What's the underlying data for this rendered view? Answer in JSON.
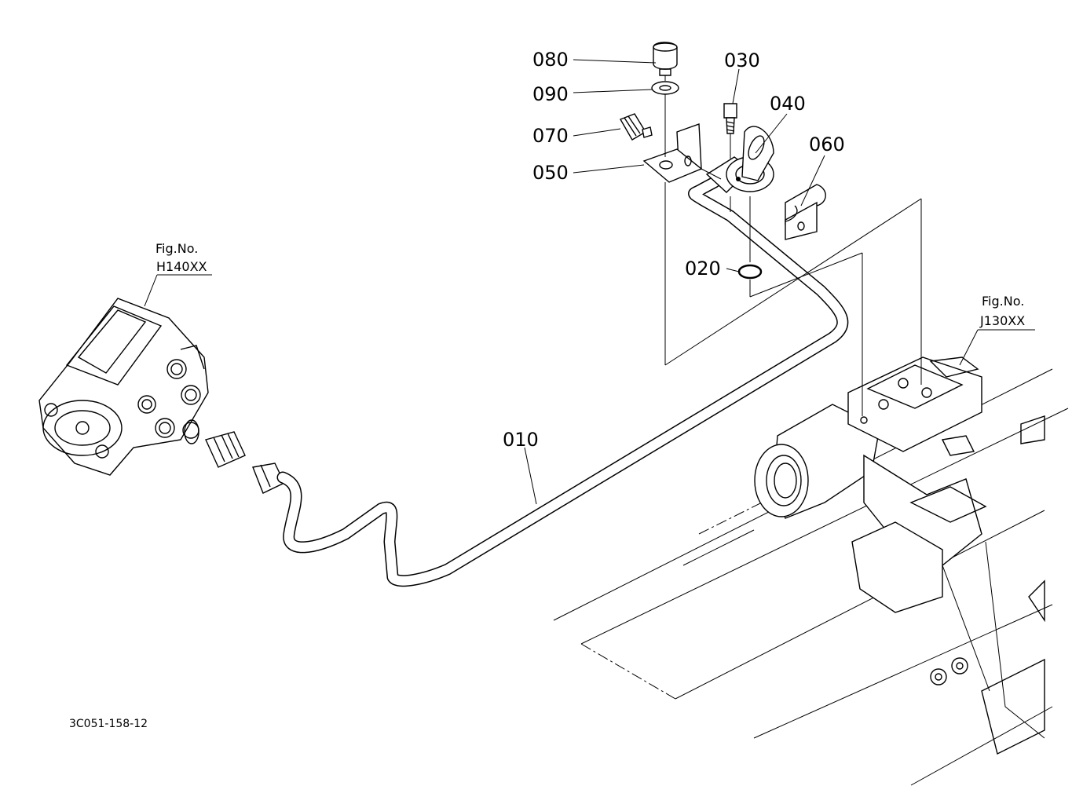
{
  "parts": [
    {
      "id": "p010",
      "label": "010"
    },
    {
      "id": "p020",
      "label": "020"
    },
    {
      "id": "p030",
      "label": "030"
    },
    {
      "id": "p040",
      "label": "040"
    },
    {
      "id": "p050",
      "label": "050"
    },
    {
      "id": "p060",
      "label": "060"
    },
    {
      "id": "p070",
      "label": "070"
    },
    {
      "id": "p080",
      "label": "080"
    },
    {
      "id": "p090",
      "label": "090"
    }
  ],
  "fig_refs": {
    "left": {
      "title": "Fig.No.",
      "code": "H140XX"
    },
    "right": {
      "title": "Fig.No.",
      "code": "J130XX"
    }
  },
  "drawing_code": "3C051-158-12"
}
